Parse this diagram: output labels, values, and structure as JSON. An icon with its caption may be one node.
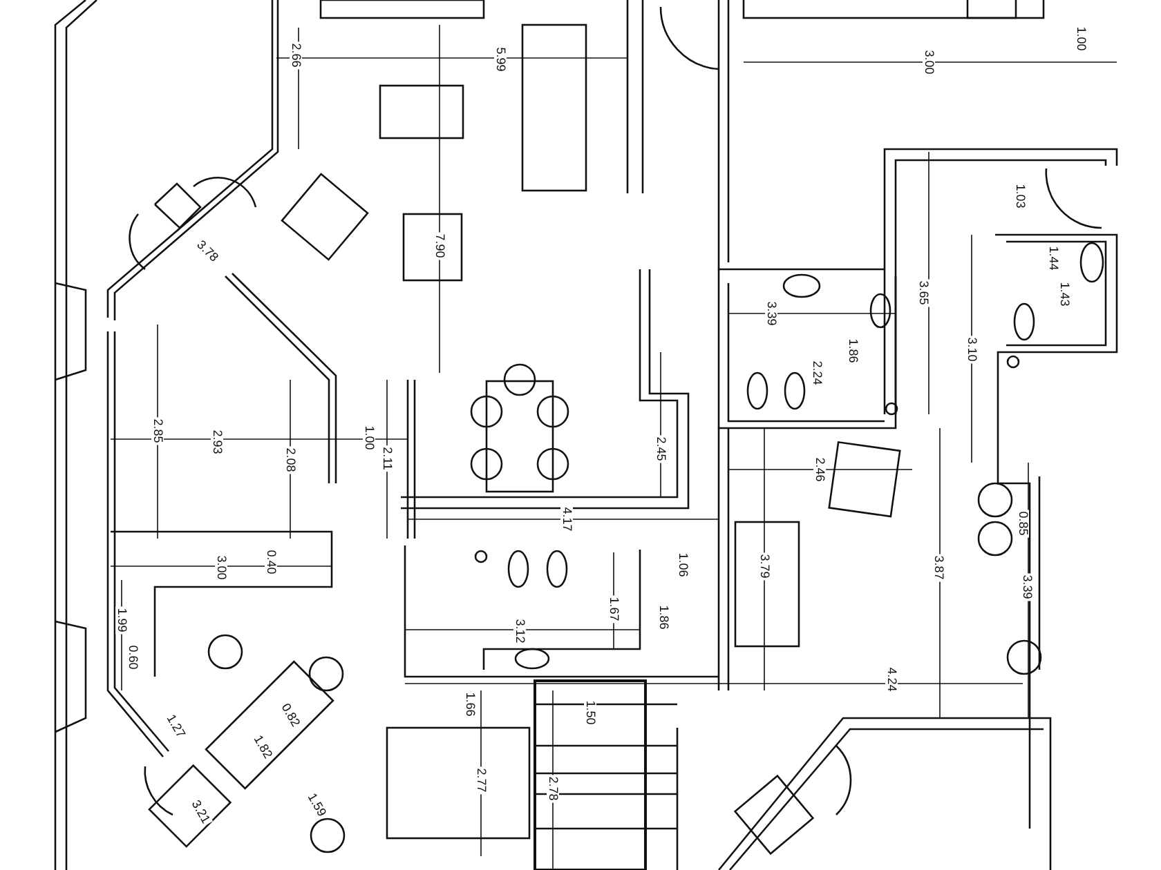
{
  "diagram": {
    "labels": [
      "2.66",
      "5.99",
      "1.00",
      "3.00",
      "1.03",
      "7.90",
      "3.78",
      "1.44",
      "1.43",
      "3.65",
      "3.39",
      "1.86",
      "3.10",
      "2.24",
      "2.85",
      "2.93",
      "1.00",
      "2.11",
      "2.08",
      "2.45",
      "2.46",
      "4.17",
      "0.85",
      "0.40",
      "3.00",
      "1.06",
      "3.79",
      "3.87",
      "3.39",
      "1.67",
      "1.86",
      "1.99",
      "0.60",
      "3.12",
      "4.24",
      "1.66",
      "1.50",
      "0.82",
      "1.27",
      "1.82",
      "2.77",
      "2.78",
      "3.21",
      "1.59"
    ]
  }
}
